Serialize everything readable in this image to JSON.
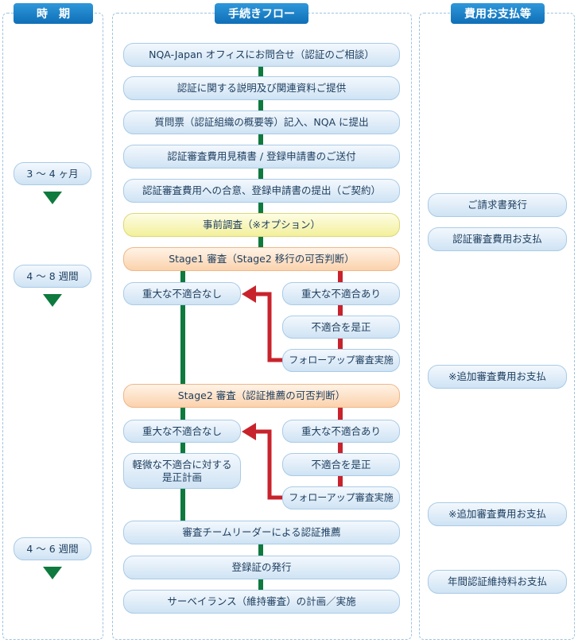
{
  "headers": {
    "period": "時　期",
    "flow": "手続きフロー",
    "payment": "費用お支払等"
  },
  "periods": [
    {
      "label": "3 ～ 4 ヶ月"
    },
    {
      "label": "4 ～ 8 週間"
    },
    {
      "label": "4 ～ 6 週間"
    }
  ],
  "flow": {
    "step1": "NQA-Japan オフィスにお問合せ（認証のご相談）",
    "step2": "認証に関する説明及び関連資料ご提供",
    "step3": "質問票（認証組織の概要等）記入、NQA に提出",
    "step4": "認証審査費用見積書 / 登録申請書のご送付",
    "step5": "認証審査費用への合意、登録申請書の提出（ご契約）",
    "step6": "事前調査（※オプション）",
    "stage1": "Stage1 審査（Stage2 移行の可否判断）",
    "s1_no_major": "重大な不適合なし",
    "s1_major": "重大な不適合あり",
    "s1_correct": "不適合を是正",
    "s1_followup": "フォローアップ審査実施",
    "stage2": "Stage2 審査（認証推薦の可否判断）",
    "s2_no_major": "重大な不適合なし",
    "s2_major": "重大な不適合あり",
    "s2_minor_line1": "軽微な不適合に対する",
    "s2_minor_line2": "是正計画",
    "s2_correct": "不適合を是正",
    "s2_followup": "フォローアップ審査実施",
    "recommend": "審査チームリーダーによる認証推薦",
    "issue": "登録証の発行",
    "surveillance": "サーベイランス（維持審査）の計画／実施"
  },
  "payments": {
    "invoice": "ご請求書発行",
    "audit_fee": "認証審査費用お支払",
    "add_fee_1": "※追加審査費用お支払",
    "add_fee_2": "※追加審査費用お支払",
    "annual_fee": "年間認証維持料お支払"
  },
  "colors": {
    "header": "#1a82c8",
    "green_line": "#0e7a3e",
    "red_line": "#c8232c"
  }
}
